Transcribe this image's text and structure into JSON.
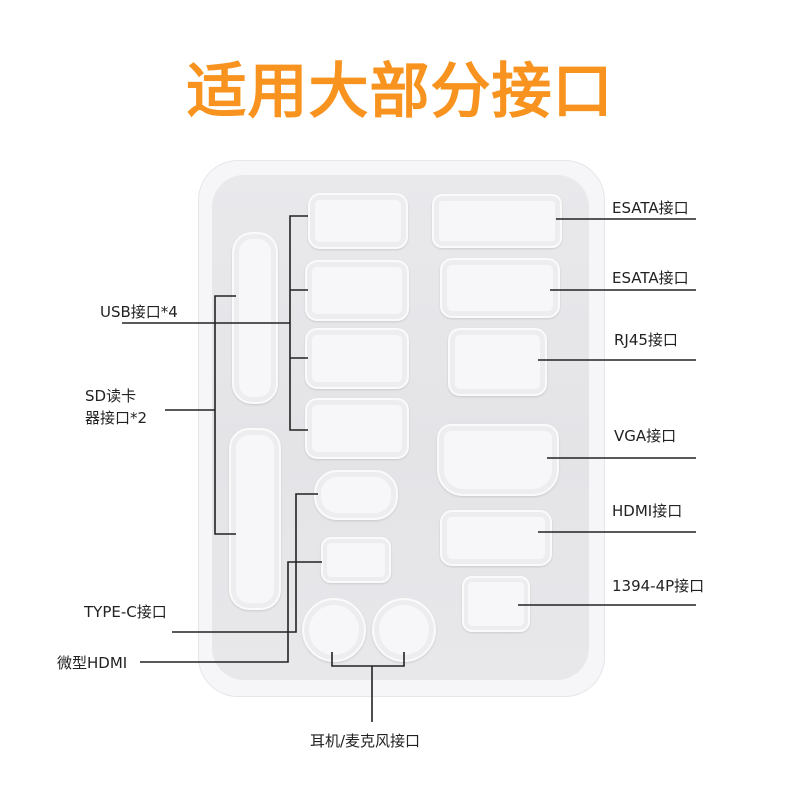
{
  "title": "适用大部分接口",
  "labels": {
    "esata1": "ESATA接口",
    "esata2": "ESATA接口",
    "rj45": "RJ45接口",
    "vga": "VGA接口",
    "hdmi": "HDMI接口",
    "p1394": "1394-4P接口",
    "usb": "USB接口*4",
    "sd_line1": "SD读卡",
    "sd_line2": "器接口*2",
    "typec": "TYPE-C接口",
    "micro_hdmi": "微型HDMI",
    "audio": "耳机/麦克风接口"
  },
  "colors": {
    "title": "#f7931e",
    "line": "#222222"
  }
}
